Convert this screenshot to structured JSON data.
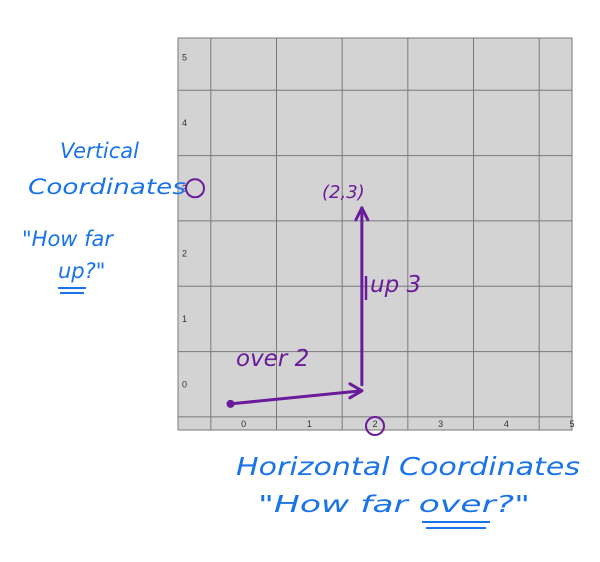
{
  "colors": {
    "grid_background": "#d3d3d3",
    "grid_line": "#7a7a7a",
    "axis_tick_text": "#333333",
    "vertical_label_ink": "#1a73e8",
    "horizontal_label_ink": "#1a73e8",
    "path_ink": "#6a1b9a"
  },
  "grid": {
    "x_ticks": [
      "0",
      "1",
      "2",
      "3",
      "4",
      "5"
    ],
    "y_ticks": [
      "0",
      "1",
      "2",
      "3",
      "4",
      "5"
    ],
    "x_range": [
      -1,
      5
    ],
    "y_range": [
      -0.7,
      5.3
    ]
  },
  "vertical_label": {
    "line1": "Vertical",
    "line2": "Coordinates",
    "line3": "\"How far",
    "line4": "up?\""
  },
  "horizontal_label": {
    "line1": "Horizontal Coordinates",
    "line2": "\"How far over?\""
  },
  "path": {
    "start": [
      -0.2,
      -0.3
    ],
    "over_end": [
      1.8,
      -0.1
    ],
    "up_end": [
      1.8,
      2.7
    ],
    "over_label": "over 2",
    "up_label": "up 3",
    "point_label": "(2,3)"
  },
  "highlight": {
    "x_tick": "2",
    "y_tick": "3"
  }
}
